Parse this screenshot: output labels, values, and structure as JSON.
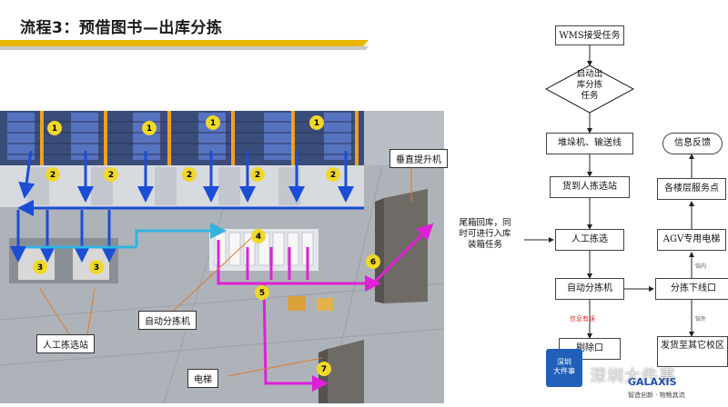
{
  "page": {
    "title": "流程3：预借图书—出库分拣"
  },
  "colors": {
    "accent": "#e8b800",
    "flow_blue": "#1b4dd6",
    "flow_cyan": "#33b3e0",
    "flow_magenta": "#e020d8"
  },
  "scene": {
    "labels": {
      "vertical_lift": "垂直提升机",
      "auto_sorter": "自动分拣机",
      "manual_station": "人工拣选站",
      "elevator": "电梯"
    },
    "markers": {
      "one": "1",
      "two": "2",
      "three": "3",
      "four": "4",
      "five": "5",
      "six": "6",
      "seven": "7"
    }
  },
  "flowchart": {
    "wms": "WMS接受任务",
    "start_line1": "启动出",
    "start_line2": "库分拣",
    "start_line3": "任务",
    "stacker": "堆垛机、输送线",
    "goods_to_person": "货到人拣选站",
    "manual_pick": "人工拣选",
    "auto_sort": "自动分拣机",
    "exception_note": "信息有误",
    "remove": "剔除口",
    "sort_offline": "分拣下线口",
    "ship": "发货至其它校区",
    "agv": "AGV专用电梯",
    "floor_service": "各楼层服务点",
    "feedback": "信息反馈",
    "return_note_line1": "尾箱回库，同",
    "return_note_line2": "时可进行入库",
    "return_note_line3": "装箱任务",
    "small_label": "馆内",
    "small_label2": "馆外"
  },
  "watermark": {
    "text": "深圳大件事",
    "brand": "GALAXIS",
    "slogan": "智造创新 · 物畅其流",
    "badge_line1": "深圳",
    "badge_line2": "大件事"
  }
}
